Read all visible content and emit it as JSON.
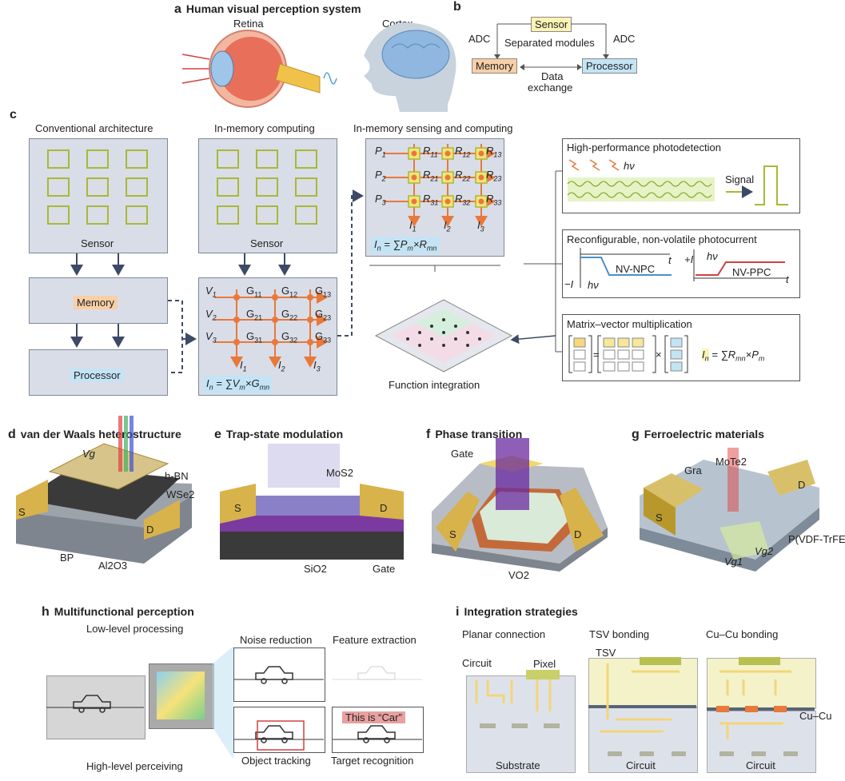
{
  "a": {
    "letter": "a",
    "title": "Human visual perception system",
    "retina": "Retina",
    "cortex": "Cortex"
  },
  "b": {
    "letter": "b",
    "sensor": "Sensor",
    "adc_left": "ADC",
    "adc_right": "ADC",
    "separated": "Separated modules",
    "memory": "Memory",
    "processor": "Processor",
    "data_exchange_1": "Data",
    "data_exchange_2": "exchange"
  },
  "c": {
    "letter": "c",
    "conv_title": "Conventional architecture",
    "conv_sensor": "Sensor",
    "conv_memory": "Memory",
    "conv_processor": "Processor",
    "imc_title": "In-memory computing",
    "imc_sensor": "Sensor",
    "imsc_title": "In-memory sensing and computing",
    "function_integration": "Function integration",
    "hpp_title": "High-performance photodetection",
    "hv": "hν",
    "signal": "Signal",
    "rnvp_title": "Reconfigurable, non-volatile photocurrent",
    "nvnpc": "NV-NPC",
    "nvppc": "NV-PPC",
    "t": "t",
    "minus_i": "−I",
    "plus_i": "+I",
    "mvm_title": "Matrix–vector multiplication"
  },
  "d": {
    "letter": "d",
    "title": "van der Waals heterostructure",
    "vg": "Vg",
    "hbn": "h-BN",
    "wse2": "WSe2",
    "s": "S",
    "d": "D",
    "bp": "BP",
    "al2o3": "Al2O3"
  },
  "e": {
    "letter": "e",
    "title": "Trap-state modulation",
    "mos2": "MoS2",
    "s": "S",
    "d": "D",
    "sio2": "SiO2",
    "gate": "Gate"
  },
  "f": {
    "letter": "f",
    "title": "Phase transition",
    "gate": "Gate",
    "s": "S",
    "d": "D",
    "vo2": "VO2"
  },
  "g": {
    "letter": "g",
    "title": "Ferroelectric materials",
    "gra": "Gra",
    "mote2": "MoTe2",
    "s": "S",
    "d": "D",
    "pvdf": "P(VDF-TrFE)",
    "vg1": "Vg1",
    "vg2": "Vg2"
  },
  "h": {
    "letter": "h",
    "title": "Multifunctional perception",
    "low": "Low-level processing",
    "high": "High-level perceiving",
    "noise": "Noise reduction",
    "feature": "Feature extraction",
    "tracking": "Object tracking",
    "recognition": "Target recognition",
    "this_is_car": "This is “Car”"
  },
  "i": {
    "letter": "i",
    "title": "Integration strategies",
    "planar": "Planar connection",
    "tsv_bonding": "TSV bonding",
    "cucu_bonding": "Cu–Cu bonding",
    "circuit": "Circuit",
    "pixel": "Pixel",
    "tsv": "TSV",
    "substrate": "Substrate",
    "circuit2": "Circuit",
    "circuit3": "Circuit",
    "cucu": "Cu–Cu"
  },
  "colors": {
    "orange": "#e8793a",
    "yellowgreen": "#a9b838",
    "memory_fill": "#f9cfa6",
    "processor_fill": "#c4e4f5",
    "sensor_fill": "#fbf3b5",
    "box_gray": "#d9dde7"
  }
}
